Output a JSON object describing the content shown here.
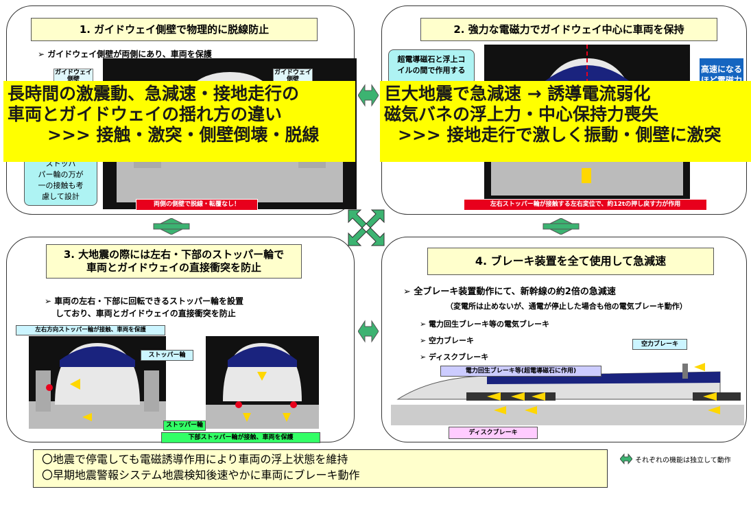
{
  "panel1": {
    "title": "1. ガイドウェイ側壁で物理的に脱線防止",
    "bullet": "➢ ガイドウェイ側壁が両側にあり、車両を保護",
    "label_left": "ガイドウェイ側壁",
    "label_right": "ガイドウェイ側壁",
    "callout_lines": [
      "ストッパ",
      "パー輪の万が",
      "一の接触も考",
      "慮して設計"
    ],
    "redbar": "両側の側壁で脱線・転覆なし！",
    "overlay_lines": [
      "長時間の激震動、急減速・接地走行の",
      "車両とガイドウェイの揺れ方の違い",
      ">>> 接触・激突・側壁倒壊・脱線"
    ]
  },
  "panel2": {
    "title": "2. 強力な電磁力でガイドウェイ中心に車両を保持",
    "callout_lines": [
      "超電導磁石と浮上コ",
      "イルの間で作用する"
    ],
    "blue_box_lines": [
      "高速になる",
      "ほど電磁力"
    ],
    "redbar": "左右ストッパー輪が接触する左右変位で、約12tの押し戻す力が作用",
    "overlay_lines": [
      "巨大地震で急減速 → 誘導電流弱化",
      "磁気バネの浮上力・中心保持力喪失",
      ">>> 接地走行で激しく振動・側壁に激突"
    ]
  },
  "panel3": {
    "title_lines": [
      "3. 大地震の際には左右・下部のストッパー輪で",
      "車両とガイドウェイの直接衝突を防止"
    ],
    "bullet_lines": [
      "➢ 車両の左右・下部に回転できるストッパー輪を設置",
      "しており、車両とガイドウェイの直接衝突を防止"
    ],
    "label_lateral": "左右方向ストッパー輪が接触、車両を保護",
    "label_stopper_right": "ストッパー輪",
    "label_stopper_bottom": "ストッパー輪",
    "label_lower": "下部ストッパー輪が接触、車両を保護"
  },
  "panel4": {
    "title": "4. ブレーキ装置を全て使用して急減速",
    "bullet": "➢ 全ブレーキ装置動作にて、新幹線の約2倍の急減速",
    "note": "（変電所は止めないが、通電が停止した場合も他の電気ブレーキ動作）",
    "items": [
      "➢ 電力回生ブレーキ等の電気ブレーキ",
      "➢ 空力ブレーキ",
      "➢ ディスクブレーキ"
    ],
    "label_aero": "空力ブレーキ",
    "label_regen": "電力回生ブレーキ等(超電導磁石に作用)",
    "label_disc": "ディスクブレーキ"
  },
  "bottom": {
    "lines": [
      "〇地震で停電しても電磁誘導作用により車両の浮上状態を維持",
      "〇早期地震警報システム地震検知後速やかに車両にブレーキ動作"
    ],
    "legend": "それぞれの機能は独立して動作"
  },
  "colors": {
    "overlay": "#ffff00",
    "title_bg": "#ffffcc",
    "arrow_green": "#3cb371",
    "stopper_yellow": "#ffd700",
    "red_label": "#e8001c",
    "train_blue": "#1a237e"
  }
}
